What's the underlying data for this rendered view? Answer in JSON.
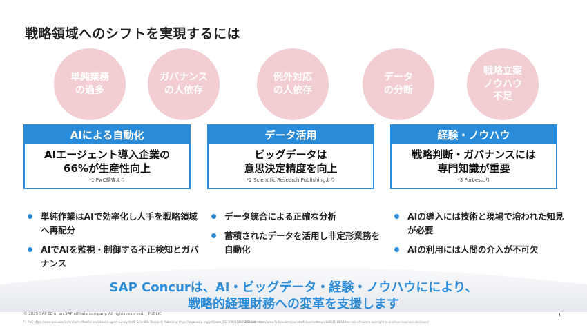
{
  "title": "戦略領域へのシフトを実現するには",
  "circles": [
    {
      "label": "単純業務\nの過多"
    },
    {
      "label": "ガバナンス\nの人依存"
    },
    {
      "label": "例外対応\nの人依存"
    },
    {
      "label": "データ\nの分断"
    },
    {
      "label": "戦略立案\nノウハウ\n不足"
    }
  ],
  "pillars": [
    {
      "header": "AIによる自動化",
      "main": "AIエージェント導入企業の\n66%が生産性向上",
      "note": "*1 PwC調査より"
    },
    {
      "header": "データ活用",
      "main": "ビッグデータは\n意思決定精度を向上",
      "note": "*2 Scientific Research Publishingより"
    },
    {
      "header": "経験・ノウハウ",
      "main": "戦略判断・ガバナンスには\n専門知識が重要",
      "note": "*3 Forbesより"
    }
  ],
  "bullets": [
    [
      "単純作業はAIで効率化し人手を戦略領域へ再配分",
      "AIでAIを監視・制御する不正検知とガバナンス"
    ],
    [
      "データ統合による正確な分析",
      "蓄積されたデータを活用し非定形業務を自動化"
    ],
    [
      "AIの導入には技術と現場で培われた知見が必要",
      "AIの利用には人間の介入が不可欠"
    ]
  ],
  "message": {
    "line1": "SAP Concurは、AI・ビッグデータ・経験・ノウハウににより、",
    "line2": "戦略的経理財務への変革を支援します"
  },
  "footer": {
    "copyright": "© 2025 SAP SE or an SAP affiliate company. All rights reserved. | PUBLIC",
    "page": "1",
    "footnotes": [
      "*1 PwC https://www.pwc.com/us/en/tech-effect/ai-analytics/ai-agent-survey.html",
      "*2 Scientific Research Publishing https://www.scirp.org/pdf/jcom_2023090814455431.pdf",
      "*3 Forbes https://www.forbes.com/councils/forbestechcouncil/2024/10/15/the-role-of-human-oversight-in-ai-driven-business-decisions/"
    ]
  },
  "colors": {
    "accent": "#2a8bd9",
    "circle": "#f2cdd2"
  }
}
